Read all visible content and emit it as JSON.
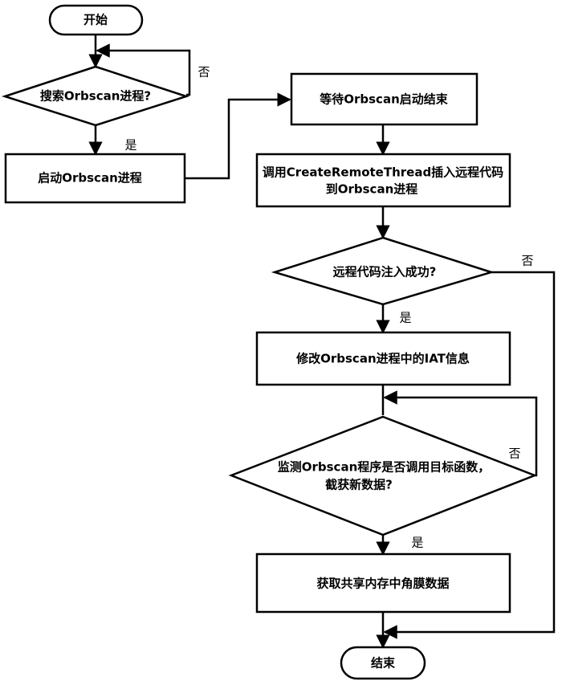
{
  "nodes": {
    "start": "开始",
    "search": "搜索Orbscan进程?",
    "launch": "启动Orbscan进程",
    "wait": "等待Orbscan启动结束",
    "inject_line1": "调用CreateRemoteThread插入远程代码",
    "inject_line2": "到Orbscan进程",
    "inject_check": "远程代码注入成功?",
    "modify_iat": "修改Orbscan进程中的IAT信息",
    "monitor_line1": "监测Orbscan程序是否调用目标函数，",
    "monitor_line2": "截获新数据?",
    "fetch": "获取共享内存中角膜数据",
    "end": "结束"
  },
  "edge_labels": {
    "search_no": "否",
    "search_yes": "是",
    "inject_no": "否",
    "inject_yes": "是",
    "monitor_no": "否",
    "monitor_yes": "是"
  }
}
